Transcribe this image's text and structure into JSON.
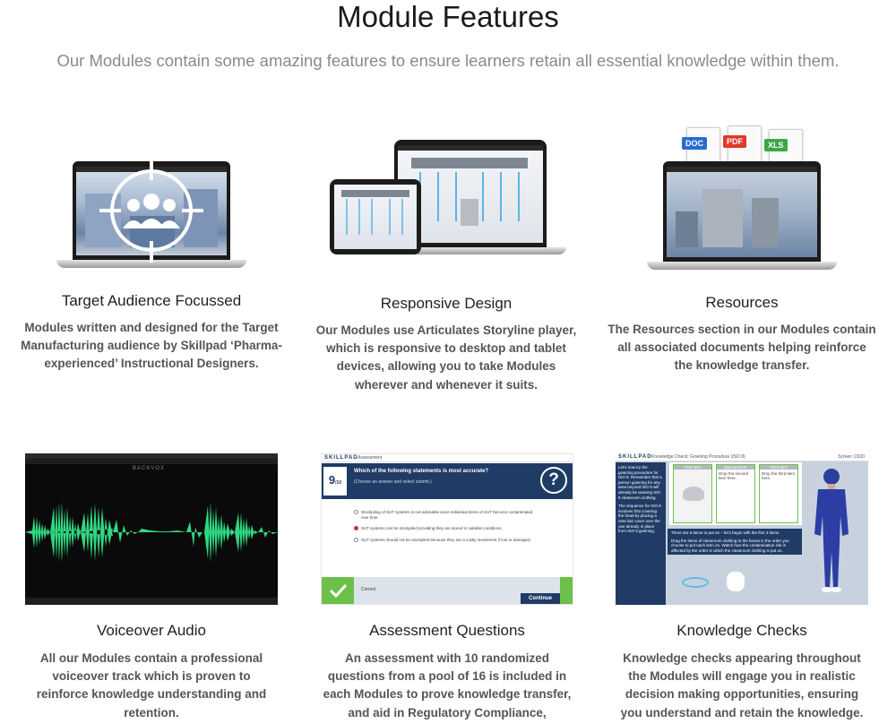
{
  "header": {
    "title": "Module Features",
    "subtitle": "Our Modules contain some amazing features to ensure learners retain all essential knowledge within them."
  },
  "features": [
    {
      "title": "Target Audience Focussed",
      "description": "Modules written and designed for the Target Manufacturing audience by Skillpad ‘Pharma-experienced’ Instructional Designers."
    },
    {
      "title": "Responsive Design",
      "description": "Our Modules use Articulates Storyline player, which is responsive to desktop and tablet devices, allowing you to take Modules wherever and whenever it suits."
    },
    {
      "title": "Resources",
      "description": "The Resources section in our Modules contain all associated documents helping reinforce the knowledge transfer."
    },
    {
      "title": "Voiceover Audio",
      "description": "All our Modules contain a professional voiceover track which is proven to reinforce knowledge understanding and retention."
    },
    {
      "title": "Assessment Questions",
      "description": "An assessment with 10 randomized questions from a pool of 16 is included in each Modules to prove knowledge transfer, and aid in Regulatory Compliance,"
    },
    {
      "title": "Knowledge Checks",
      "description": "Knowledge checks appearing throughout the Modules will engage you in realistic decision making opportunities, ensuring you understand and retain the knowledge."
    }
  ],
  "resources_icons": {
    "doc": "DOC",
    "pdf": "PDF",
    "xls": "XLS"
  },
  "assessment_mock": {
    "brand": "SKILLPAD",
    "section": "Assessment",
    "counter": "9",
    "counter_total": "/10",
    "question": "Which of the following statements is most accurate?",
    "instruction": "(Choose an answer and select submit.)",
    "help_glyph": "?",
    "options": [
      "Stockpiling of SUT systems is not advisable since individual items of SUT become contaminated over time.",
      "SUT systems can be stockpiled providing they are stored in suitable conditions.",
      "SUT systems should not be stockpiled because they are a costly investment if lost or damaged."
    ],
    "feedback": "Correct",
    "continue_label": "Continue"
  },
  "knowledge_mock": {
    "brand": "SKILLPAD",
    "title": "Knowledge Check: Gowning Procedure (ISO 8)",
    "screen": "Screen 13/20",
    "col_first": "First item",
    "col_second": "Second item",
    "col_third": "Third item",
    "drop_second": "Drop the second item here.",
    "drop_third": "Drop the third item here.",
    "side_text_1": "Let’s now try the gowning procedure for ISO 8. Remember that a person gowning for any area beyond ISO 9 will already be wearing ISO 9 cleanroom clothing.",
    "side_text_2": "The sequence for ISO 8 involves first covering the head by placing a new hair cover over the one already in place from ISO 9 gowning.",
    "instr_1": "There are 6 items to put on – let’s begin with the first 3 items.",
    "instr_2": "Drag the items of cleanroom clothing to the boxes in the order you choose to put each item on. Watch how the contamination risk is affected by the order in which the cleanroom clothing is put on."
  },
  "audio_mock": {
    "track_label": "BACKVOX"
  },
  "colors": {
    "accent_green": "#6cc04a",
    "navy": "#1f3b66",
    "wave_green": "#2fd882"
  }
}
